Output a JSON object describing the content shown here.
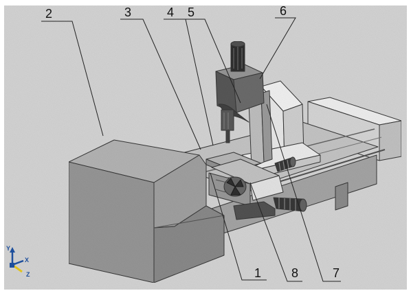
{
  "callouts": {
    "n1": "1",
    "n2": "2",
    "n3": "3",
    "n4": "4",
    "n5": "5",
    "n6": "6",
    "n7": "7",
    "n8": "8"
  },
  "axes": {
    "y": "Y",
    "x": "X",
    "z": "Z"
  },
  "colors": {
    "axis_blue": "#1e4f9c",
    "axis_yellow": "#e1c21c"
  }
}
